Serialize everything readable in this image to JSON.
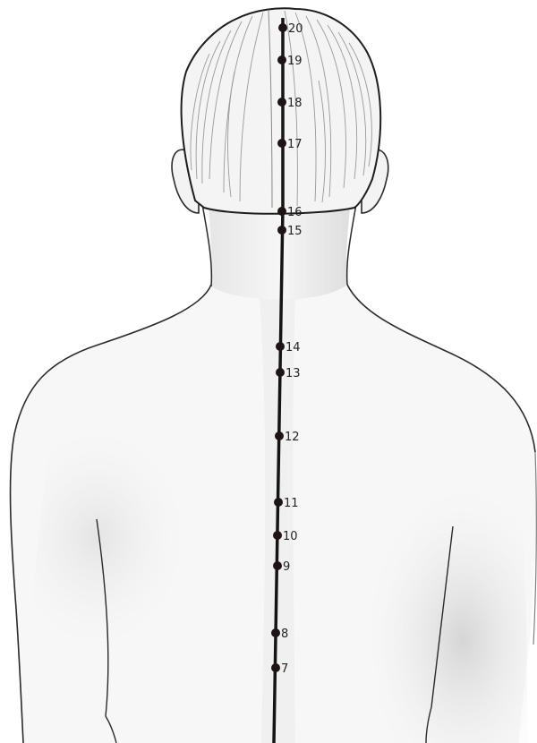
{
  "figure": {
    "subject": "back of head, neck and upper torso",
    "colors": {
      "line": "#1a1a1a",
      "point": "#1f1414",
      "outline": "#2a2a2a",
      "shade": "#d9d9d9",
      "hair": "#8a8a8a"
    }
  },
  "meridian": {
    "points": [
      {
        "id": "20",
        "label": "20"
      },
      {
        "id": "19",
        "label": "19"
      },
      {
        "id": "18",
        "label": "18"
      },
      {
        "id": "17",
        "label": "17"
      },
      {
        "id": "16",
        "label": "16"
      },
      {
        "id": "15",
        "label": "15"
      },
      {
        "id": "14",
        "label": "14"
      },
      {
        "id": "13",
        "label": "13"
      },
      {
        "id": "12",
        "label": "12"
      },
      {
        "id": "11",
        "label": "11"
      },
      {
        "id": "10",
        "label": "10"
      },
      {
        "id": "9",
        "label": "9"
      },
      {
        "id": "8",
        "label": "8"
      },
      {
        "id": "7",
        "label": "7"
      }
    ]
  }
}
